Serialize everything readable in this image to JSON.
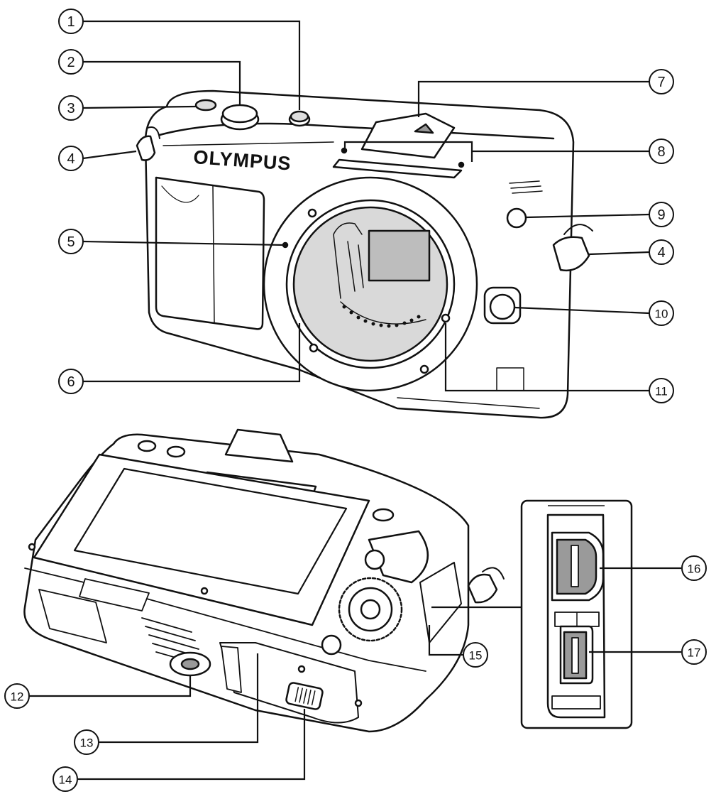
{
  "brand_text": "OLYMPUS",
  "callouts": [
    {
      "id": "c1",
      "label": "1"
    },
    {
      "id": "c2",
      "label": "2"
    },
    {
      "id": "c3",
      "label": "3"
    },
    {
      "id": "c4a",
      "label": "4"
    },
    {
      "id": "c4b",
      "label": "4"
    },
    {
      "id": "c5",
      "label": "5"
    },
    {
      "id": "c6",
      "label": "6"
    },
    {
      "id": "c7",
      "label": "7"
    },
    {
      "id": "c8",
      "label": "8"
    },
    {
      "id": "c9",
      "label": "9"
    },
    {
      "id": "c10",
      "label": "10"
    },
    {
      "id": "c11",
      "label": "11"
    },
    {
      "id": "c12",
      "label": "12"
    },
    {
      "id": "c13",
      "label": "13"
    },
    {
      "id": "c14",
      "label": "14"
    },
    {
      "id": "c15",
      "label": "15"
    },
    {
      "id": "c16",
      "label": "16"
    },
    {
      "id": "c17",
      "label": "17"
    }
  ]
}
